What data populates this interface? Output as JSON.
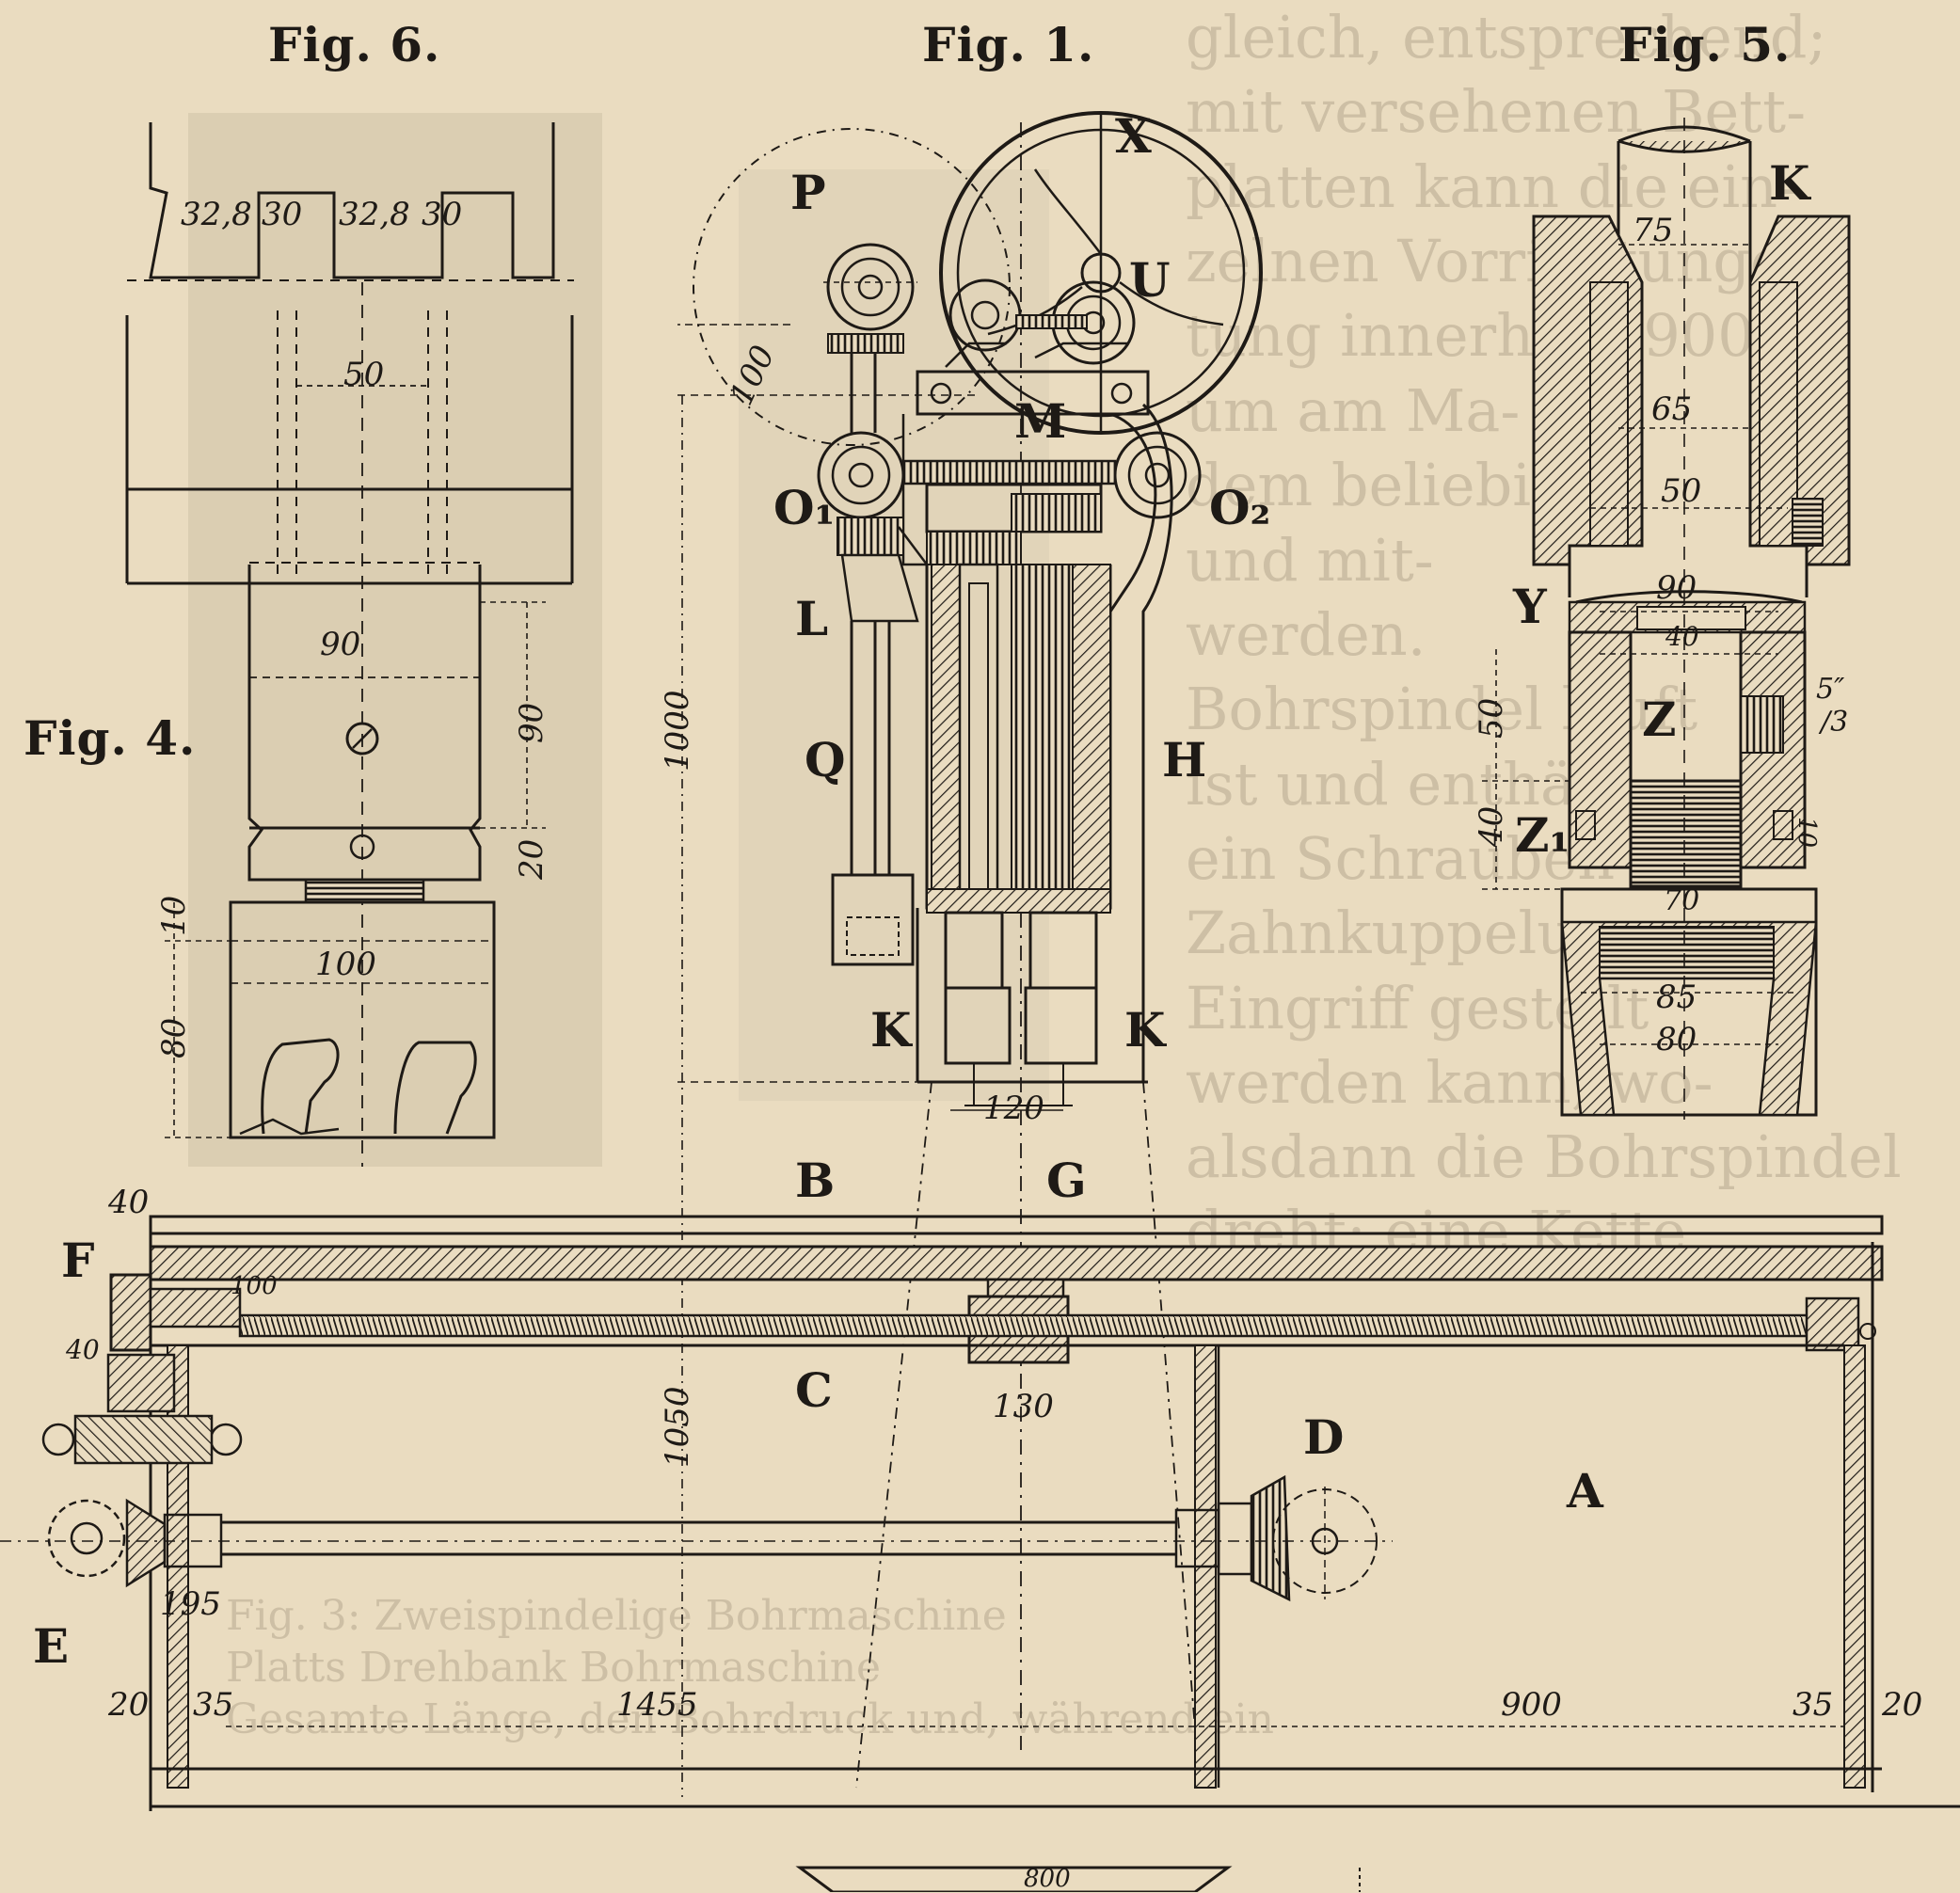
{
  "figures": {
    "fig6": "Fig. 6.",
    "fig1": "Fig. 1.",
    "fig5": "Fig. 5.",
    "fig4": "Fig. 4."
  },
  "labels": {
    "X": "X",
    "P": "P",
    "U": "U",
    "M": "M",
    "O1": "O₁",
    "O2": "O₂",
    "L": "L",
    "Q": "Q",
    "H": "H",
    "K_left": "K",
    "K_right": "K",
    "K_fig5": "K",
    "Y": "Y",
    "Z": "Z",
    "Z1": "Z₁",
    "B": "B",
    "G": "G",
    "F": "F",
    "C": "C",
    "D": "D",
    "A": "A",
    "E": "E"
  },
  "dims": {
    "fig6": [
      "32,8",
      "30",
      "32,8",
      "30",
      "50"
    ],
    "fig4": [
      "90",
      "90",
      "20",
      "10",
      "100",
      "80"
    ],
    "fig1": [
      "100",
      "1000",
      "120",
      "40",
      "100",
      "40",
      "1050",
      "130",
      "195",
      "20",
      "35",
      "1455",
      "900",
      "35",
      "20",
      "800"
    ],
    "fig5": [
      "75",
      "65",
      "50",
      "90",
      "40",
      "50",
      "5″",
      "/3",
      "40",
      "10",
      "70",
      "85",
      "80"
    ]
  },
  "colors": {
    "paper": "#eadcc0",
    "ink": "#1e1a16",
    "bleed": "#b6a98f"
  },
  "bleed_text": {
    "lines": [
      "gleich, entsprechend;",
      "mit versehenen Bett-",
      "platten kann die ein-",
      "zelnen Vorrichtungen",
      "tung innerhalb 900",
      "um am Ma-",
      "dem beliebig",
      "und mit-",
      "werden.",
      "Bohrspindel läuft",
      "ist und enthält",
      "ein Schrauben",
      "Zahnkuppelungs-",
      "Eingriff gestellt",
      "werden kann, wo-",
      "alsdann die Bohrspindel",
      "dreht; eine Kette"
    ],
    "bottom": [
      "Fig. 3: Zweispindelige Bohrmaschine",
      "Platts Drehbank Bohrmaschine",
      "Gesamte Länge, den Bohrdruck und, während ein"
    ]
  }
}
